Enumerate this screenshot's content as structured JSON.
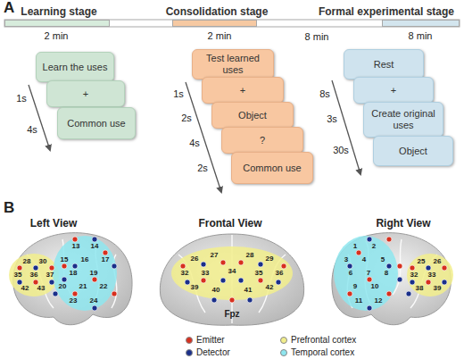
{
  "diagram": {
    "nodes": [
      {
        "text": [
          "Learning stage",
          "2 min"
        ]
      },
      {
        "text": [
          "Consolidation stage",
          "2 min"
        ]
      },
      {
        "text": [
          "Formal experimental stage",
          "8 min"
        ]
      },
      {
        "text": [
          "Learn the uses"
        ]
      },
      {
        "text": [
          "+"
        ]
      },
      {
        "text": [
          "Common use"
        ]
      },
      {
        "text": [
          "Test learned uses"
        ]
      },
      {
        "text": [
          "+"
        ]
      },
      {
        "text": [
          "Object"
        ]
      },
      {
        "text": [
          "?"
        ]
      },
      {
        "text": [
          "Common use"
        ]
      },
      {
        "text": [
          "Rest"
        ]
      },
      {
        "text": [
          "+"
        ]
      },
      {
        "text": [
          "Create original uses"
        ]
      },
      {
        "text": [
          "Object"
        ]
      }
    ],
    "labels": [
      "A",
      "8 min",
      "1s",
      "4s",
      "1s",
      "2s",
      "4s",
      "2s",
      "8s",
      "3s",
      "30s",
      "B",
      "Left View",
      "Frontal View",
      "Right View",
      "13",
      "14",
      "15",
      "16",
      "17",
      "18",
      "19",
      "20",
      "21",
      "22",
      "23",
      "24",
      "28",
      "30",
      "35",
      "36",
      "37",
      "42",
      "43",
      "26",
      "27",
      "28",
      "29",
      "32",
      "33",
      "34",
      "35",
      "36",
      "39",
      "40",
      "41",
      "42",
      "1",
      "2",
      "3",
      "4",
      "5",
      "6",
      "7",
      "8",
      "9",
      "10",
      "11",
      "12",
      "25",
      "26",
      "32",
      "33",
      "38",
      "39",
      "Fpz"
    ],
    "legend": [
      {
        "text": "Emitter",
        "color": "#d7301f"
      },
      {
        "text": "Detector",
        "color": "#1a2f8a"
      },
      {
        "text": "Prefrontal cortex",
        "color": "#f2ee8c"
      },
      {
        "text": "Temporal cortex",
        "color": "#8ee6ef"
      }
    ]
  }
}
